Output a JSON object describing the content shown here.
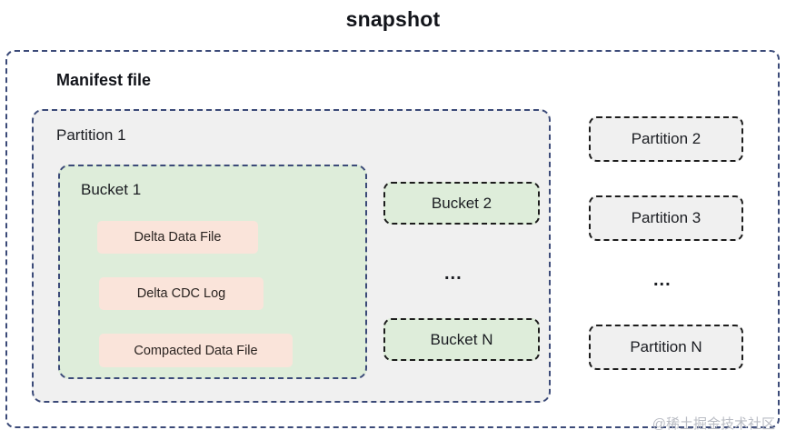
{
  "diagram": {
    "title": "snapshot",
    "manifest_label": "Manifest file",
    "watermark": "@稀土掘金技术社区",
    "colors": {
      "outer_border": "#3b4a78",
      "partition_fill": "#f0f0f0",
      "bucket_fill": "#deedda",
      "file_fill": "#fae4da",
      "chip_border": "#1c1c1c",
      "text": "#1b1d22"
    },
    "partition_main": {
      "label": "Partition 1",
      "bucket_main": {
        "label": "Bucket 1",
        "files": [
          {
            "label": "Delta Data File"
          },
          {
            "label": "Delta CDC Log"
          },
          {
            "label": "Compacted Data File"
          }
        ]
      },
      "bucket_siblings": [
        {
          "label": "Bucket 2"
        },
        {
          "label": "Bucket N"
        }
      ],
      "bucket_ellipsis": "..."
    },
    "partition_siblings": [
      {
        "label": "Partition 2"
      },
      {
        "label": "Partition 3"
      },
      {
        "label": "Partition N"
      }
    ],
    "partition_ellipsis": "..."
  }
}
